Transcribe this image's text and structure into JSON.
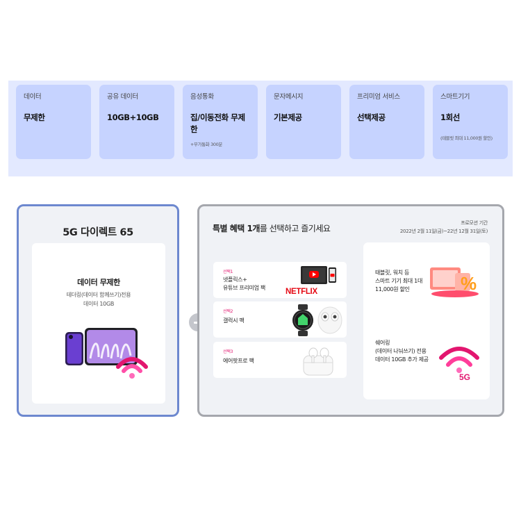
{
  "features": [
    {
      "label": "데이터",
      "value": "무제한",
      "note": ""
    },
    {
      "label": "공유 데이터",
      "value": "10GB+10GB",
      "note": ""
    },
    {
      "label": "음성통화",
      "value": "집/이동전화 무제한",
      "note": "+부가통화 300분"
    },
    {
      "label": "문자메시지",
      "value": "기본제공",
      "note": ""
    },
    {
      "label": "프리미엄 서비스",
      "value": "선택제공",
      "note": ""
    },
    {
      "label": "스마트기기",
      "value": "1회선",
      "note": "(태블릿 최대 11,000원 할인)"
    }
  ],
  "plan": {
    "name": "5G 다이렉트 65",
    "headline": "데이터 무제한",
    "desc_line1": "테더링(데이터 함께쓰기)전용",
    "desc_line2": "데이터 10GB"
  },
  "benefit": {
    "title_bold": "특별 혜택 1개",
    "title_rest": "를 선택하고 즐기세요",
    "promo_label": "프로모션 기간",
    "promo_date": "2022년 2월 11일(금)~22년 12월 31일(토)",
    "options": [
      {
        "tag": "선택1",
        "line1": "넷플릭스+",
        "line2": "유튜브 프리미엄 팩",
        "logo": "NETFLIX"
      },
      {
        "tag": "선택2",
        "line1": "갤럭시 팩",
        "line2": ""
      },
      {
        "tag": "선택3",
        "line1": "에어팟프로 팩",
        "line2": ""
      }
    ],
    "extra1": {
      "line1": "태블릿, 워치 등",
      "line2": "스마트 기기 최대 1대",
      "line3": "11,000원 할인"
    },
    "extra2": {
      "line1": "쉐어링",
      "line2": "(데이터 나눠쓰기) 전용",
      "line3": "데이터 10GB 추가 제공",
      "badge": "5G"
    }
  },
  "colors": {
    "accent_pink": "#e2166f",
    "plan_border": "#6d88cf",
    "strip_bg": "#e3e9ff",
    "card_bg": "#c6d3ff"
  }
}
